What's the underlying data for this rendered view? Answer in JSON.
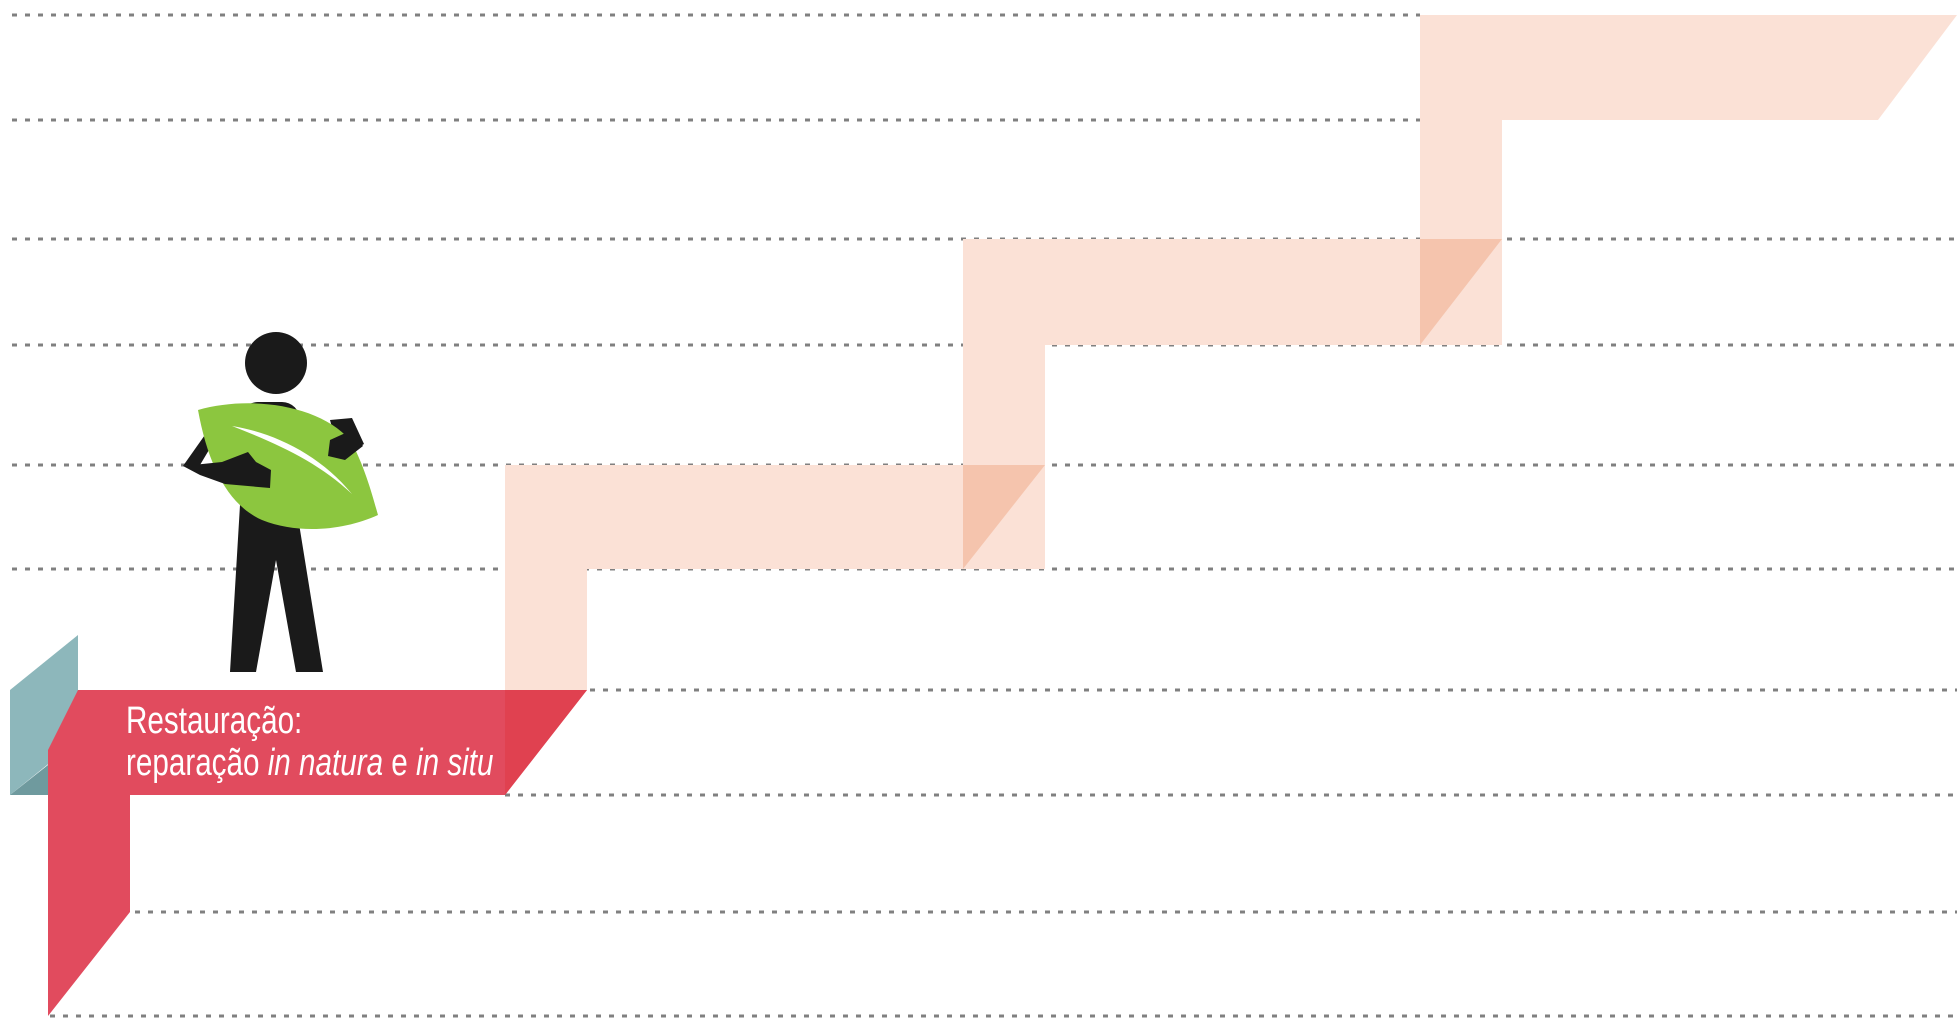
{
  "caption": {
    "line1": "Restauração:",
    "line2_prefix": "reparação ",
    "line2_em1": "in natura",
    "line2_mid": " e ",
    "line2_em2": "in situ"
  },
  "colors": {
    "red": "#e14b5e",
    "teal": "#8db7bb",
    "leaf": "#8cc63f",
    "figure": "#1a1a1a",
    "stair": "#fbe1d6",
    "stair_fold": "#f5c4ad",
    "gridline": "#808080"
  },
  "icons": [
    "person-figure-icon",
    "leaf-icon"
  ]
}
